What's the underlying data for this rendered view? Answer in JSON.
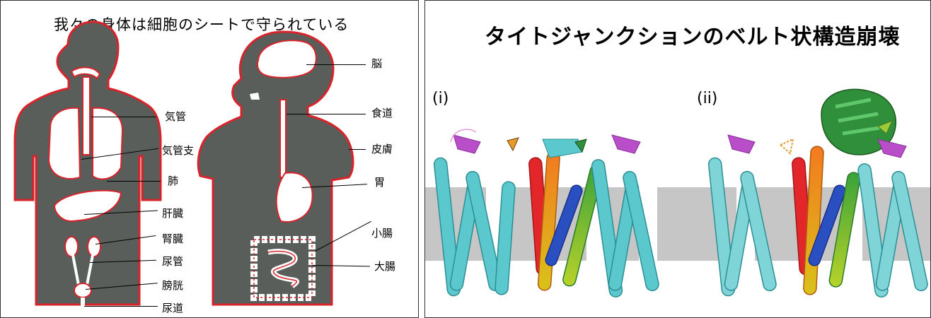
{
  "left_panel": {
    "title": "我々の身体は細胞のシートで守られている",
    "labels": {
      "trachea": "気管",
      "bronchus": "気管支",
      "lung": "肺",
      "liver": "肝臓",
      "kidney": "腎臓",
      "ureter": "尿管",
      "bladder": "膀胱",
      "urethra": "尿道",
      "brain": "脳",
      "esophagus": "食道",
      "skin": "皮膚",
      "stomach": "胃",
      "small_intestine": "小腸",
      "large_intestine": "大腸"
    },
    "colors": {
      "body": "#5a5e5b",
      "outline": "#d8232a",
      "organ": "#ffffff"
    }
  },
  "right_panel": {
    "title": "タイトジャンクションのベルト状構造崩壊",
    "panel_i": "(i)",
    "panel_ii": "(ii)",
    "colors": {
      "membrane": "#c6c6c6",
      "cyan": "#5ac8cc",
      "magenta": "#b84fc8",
      "green_protein": "#2f8f3a",
      "arrow_green": "#9ccc3a",
      "arrow_orange": "#e89a2a"
    }
  }
}
